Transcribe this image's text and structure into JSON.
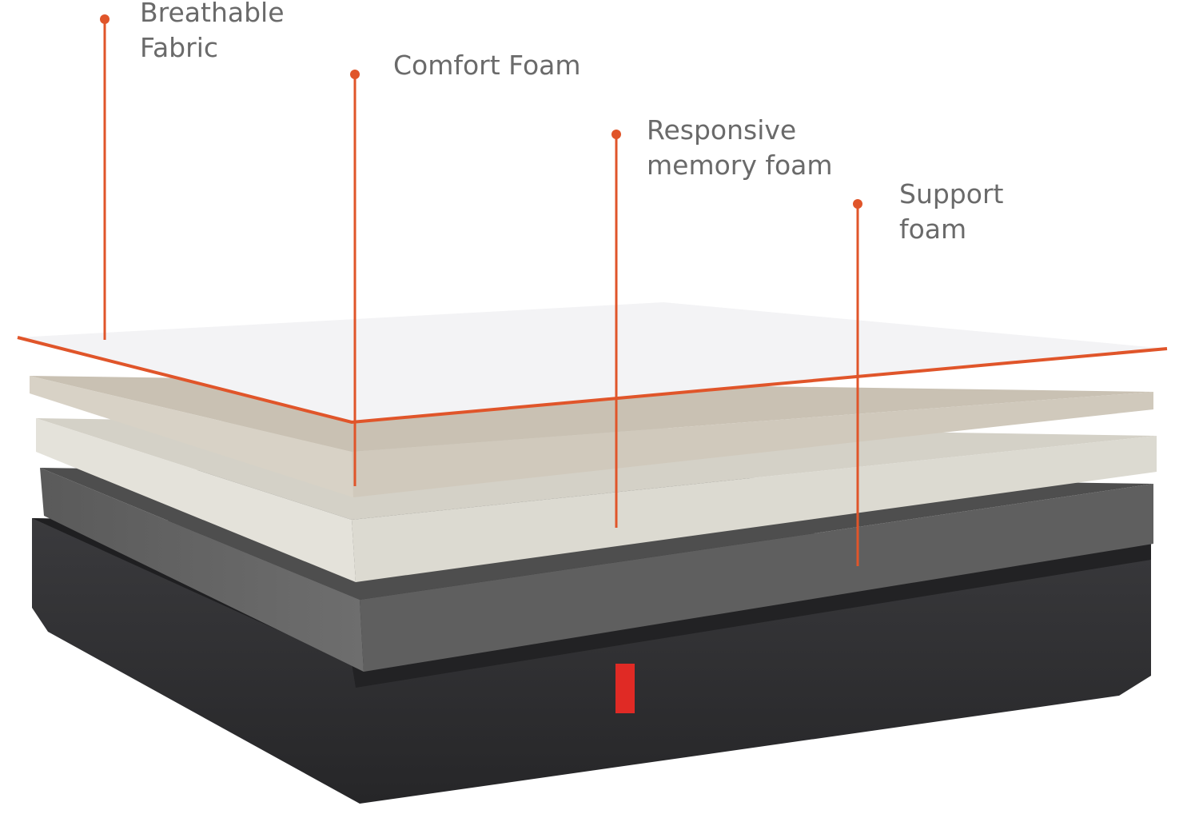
{
  "labels": [
    {
      "id": "breathable-fabric",
      "text": "Breathable\nFabric"
    },
    {
      "id": "comfort-foam",
      "text": "Comfort Foam"
    },
    {
      "id": "responsive-memory-foam",
      "text": "Responsive\nmemory foam"
    },
    {
      "id": "support-foam",
      "text": "Support\nfoam"
    }
  ],
  "colors": {
    "accent": "#e0552a",
    "label_text": "#6a6a6a",
    "fabric": "#f3f3f5",
    "comfort_foam": "#d8d2c6",
    "memory_foam": "#e4e2da",
    "support_foam": "#666666",
    "base": "#2f2f31",
    "brand_tag": "#e02a25"
  }
}
